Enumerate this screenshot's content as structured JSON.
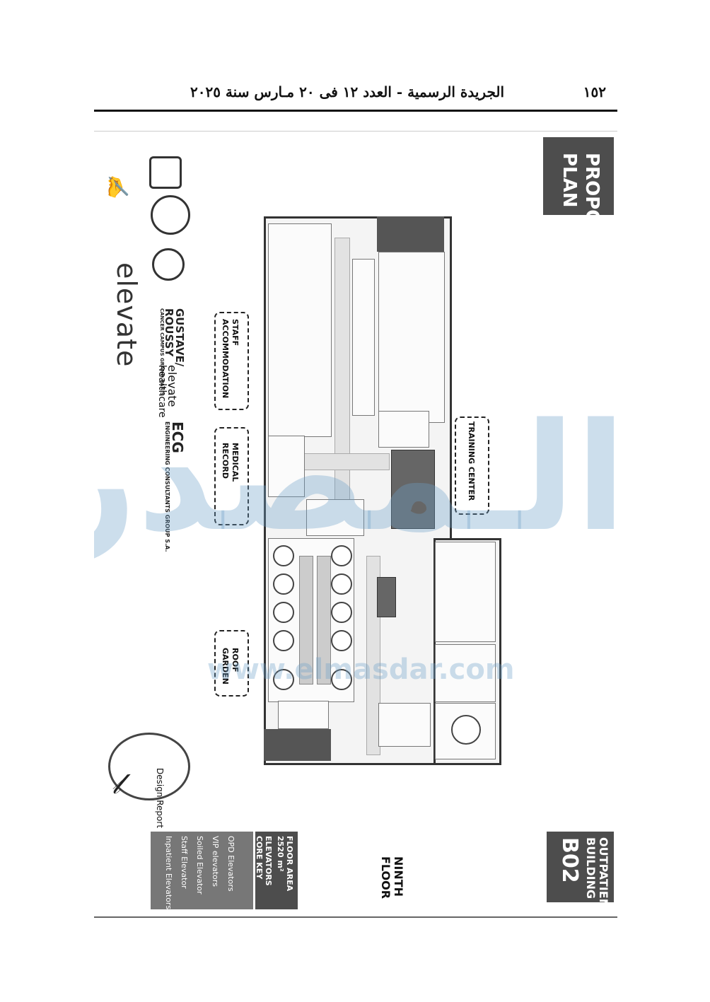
{
  "header": {
    "page_number": "١٥٢",
    "running_head": "الجريدة الرسمية - العدد ١٢ فى ٢٠ مـارس سنة ٢٠٢٥"
  },
  "title": {
    "line1": "PROPOSED",
    "line2": "PLAN"
  },
  "labels": {
    "staff_accommodation_1": "STAFF",
    "staff_accommodation_2": "ACCOMMODATION",
    "medical_record_1": "MEDICAL",
    "medical_record_2": "RECORD",
    "training_center": "TRAINING CENTER",
    "roof_garden_1": "ROOF",
    "roof_garden_2": "GARDEN"
  },
  "logos": {
    "elevate": "elevate",
    "gustave": "GUSTAVE/",
    "roussy": "ROUSSY",
    "cancer_campus": "CANCER CAMPUS GRAND PARIS",
    "elevate_healthcare_1": "elevate",
    "elevate_healthcare_2": "healthcare",
    "ecg_name": "ENGINEERING CONSULTANTS GROUP S.A.",
    "ecg_short": "ECG"
  },
  "footer": {
    "building_1": "OUTPATIENT",
    "building_2": "BUILDING -",
    "building_code": "B02",
    "floor_1": "NINTH",
    "floor_2": "FLOOR",
    "floor_area_1": "FLOOR AREA",
    "floor_area_2": "2520 m²",
    "elevators_1": "ELEVATORS",
    "elevators_2": "CORE KEY",
    "design_report": "Design Report",
    "keys": [
      "OPD Elevators",
      "VIP elevators",
      "Soiled Elevator",
      "Staff Elevator",
      "Inpatient Elevators"
    ]
  },
  "watermark": {
    "arabic": "الـمصدر",
    "url": "www.elmasdar.com"
  },
  "colors": {
    "dark_panel": "#4d4d4d",
    "watermark": "#6ea0c8"
  }
}
